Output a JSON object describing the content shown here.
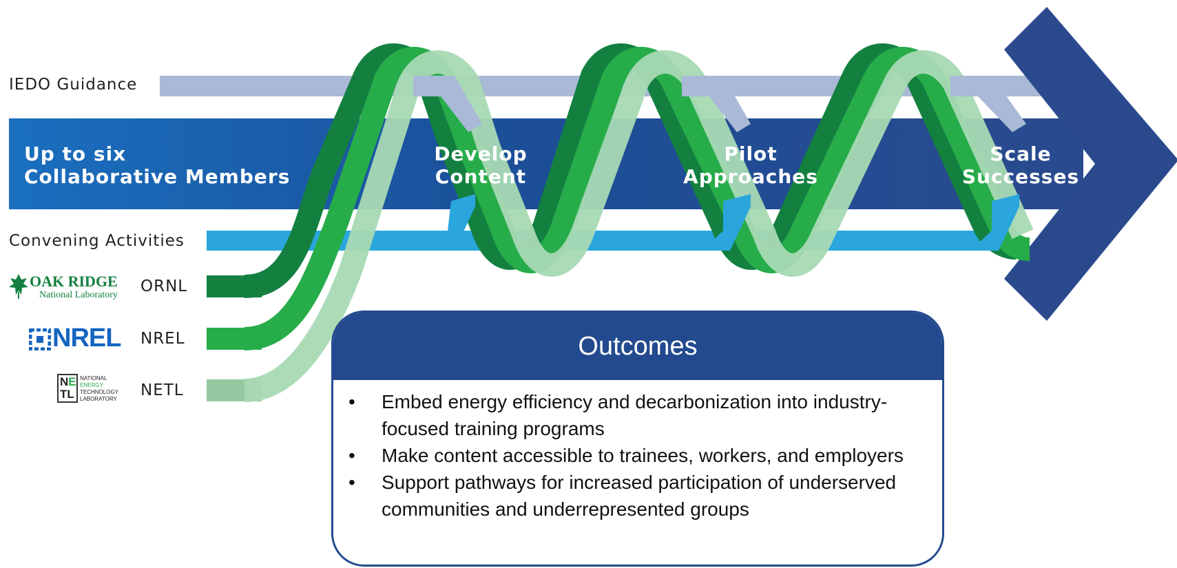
{
  "colors": {
    "band_blue": "#1f4e9a",
    "band_light": "#1a6fbf",
    "arrow_dark": "#2c4b8f",
    "guidance": "#a9b9d6",
    "convening": "#2aa6dd",
    "green_dark": "#138040",
    "green_mid": "#27ac4a",
    "green_light": "#a8d9b4",
    "outcomes_header": "#234a8e"
  },
  "lanes": {
    "guidance": "IEDO Guidance",
    "convening": "Convening Activities",
    "collaborative_line1": "Up to six",
    "collaborative_line2": "Collaborative Members"
  },
  "stages": [
    {
      "line1": "Develop",
      "line2": "Content"
    },
    {
      "line1": "Pilot",
      "line2": "Approaches"
    },
    {
      "line1": "Scale",
      "line2": "Successes"
    }
  ],
  "labs": [
    {
      "name": "ORNL",
      "logo_line1": "OAK RIDGE",
      "logo_line2": "National Laboratory",
      "color": "#138040"
    },
    {
      "name": "NREL",
      "logo_text": "NREL",
      "color": "#27ac4a"
    },
    {
      "name": "NETL",
      "logo_letters": [
        "N",
        "E",
        "T",
        "L"
      ],
      "logo_words": [
        "NATIONAL",
        "ENERGY",
        "TECHNOLOGY",
        "LABORATORY"
      ],
      "color": "#94c9a1"
    }
  ],
  "outcomes": {
    "title": "Outcomes",
    "items": [
      "Embed energy efficiency and decarbonization into industry-focused training programs",
      "Make content accessible to trainees, workers, and employers",
      "Support pathways for increased participation of underserved communities and underrepresented groups"
    ]
  }
}
